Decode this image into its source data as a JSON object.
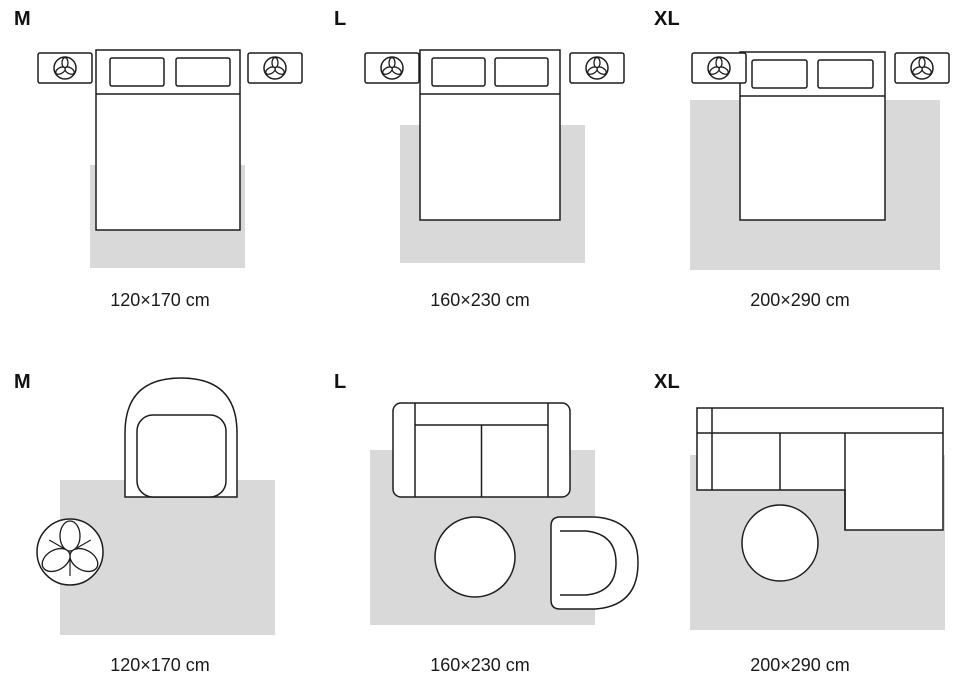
{
  "colors": {
    "rug": "#d9d9d9",
    "outline": "#1d1d1d"
  },
  "rows": [
    {
      "panels": [
        {
          "size_label": "M",
          "dimensions": "120×170 cm"
        },
        {
          "size_label": "L",
          "dimensions": "160×230 cm"
        },
        {
          "size_label": "XL",
          "dimensions": "200×290 cm"
        }
      ]
    },
    {
      "panels": [
        {
          "size_label": "M",
          "dimensions": "120×170 cm"
        },
        {
          "size_label": "L",
          "dimensions": "160×230 cm"
        },
        {
          "size_label": "XL",
          "dimensions": "200×290 cm"
        }
      ]
    }
  ]
}
